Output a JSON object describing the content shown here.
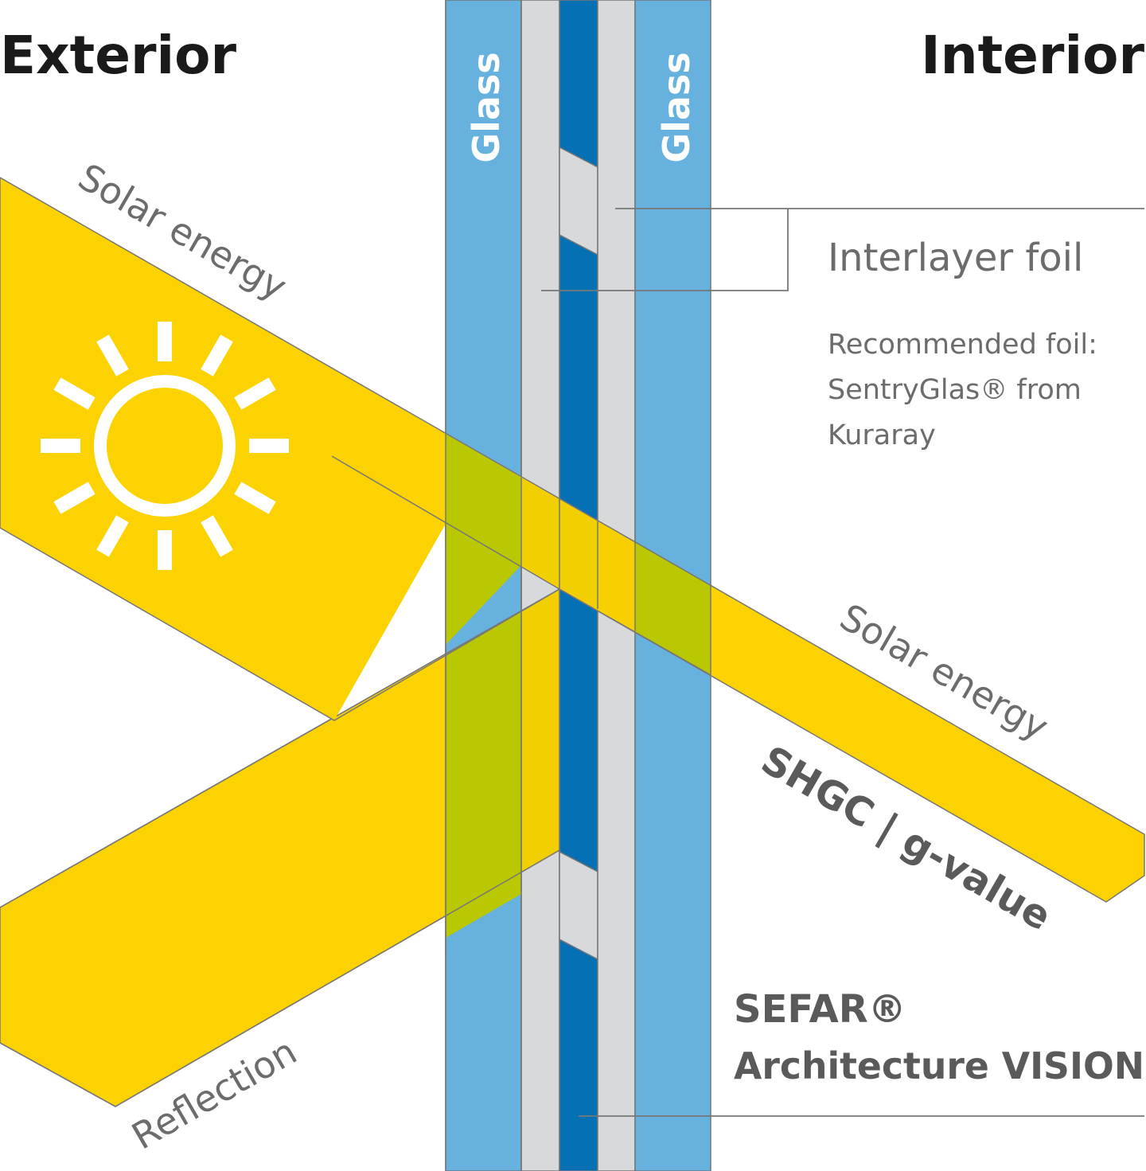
{
  "headings": {
    "exterior": "Exterior",
    "interior": "Interior"
  },
  "layers": {
    "glass_outer": "Glass",
    "glass_inner": "Glass"
  },
  "labels": {
    "solar_energy_in": "Solar energy",
    "solar_energy_out": "Solar energy",
    "reflection": "Reflection",
    "shgc": "SHGC | g-value",
    "interlayer": "Interlayer foil",
    "recommended_line1": "Recommended foil:",
    "recommended_line2": "SentryGlas® from",
    "recommended_line3": "Kuraray",
    "product_line1": "SEFAR®",
    "product_line2": "Architecture VISION"
  },
  "icons": [
    "sun-icon"
  ],
  "colors": {
    "yellow": "#FCD200",
    "green_overlap": "#B9C800",
    "glass": "#67B1DF",
    "foil": "#D7D9DB",
    "mesh": "#0570B4",
    "text_dark": "#1A1A1A",
    "text_gray": "#6C6C6C",
    "stroke": "#777777"
  }
}
